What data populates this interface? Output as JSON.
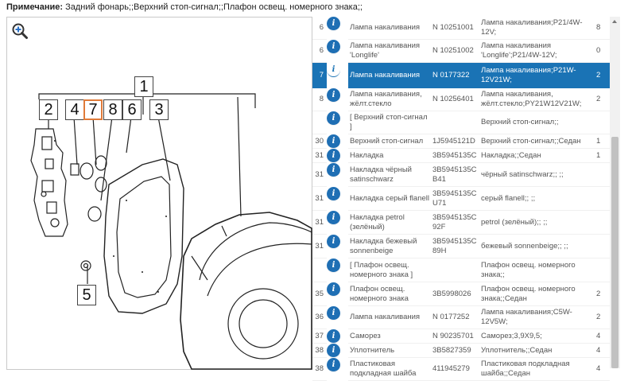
{
  "note": {
    "label": "Примечание:",
    "text": " Задний фонарь;;Верхний стоп-сигнал;;Плафон освещ. номерного знака;;"
  },
  "diagram": {
    "zoom_icon": "zoom-in-icon",
    "callouts": [
      "1",
      "2",
      "4",
      "7",
      "8",
      "6",
      "3",
      "5"
    ],
    "highlight_callout": "7"
  },
  "parts": {
    "rows": [
      {
        "pos": "6",
        "name": "Лампа накаливания",
        "number": "N 10251001",
        "desc": "Лампа накаливания;P21/4W-12V;",
        "qty": "8",
        "selected": false
      },
      {
        "pos": "6",
        "name": "Лампа накаливания 'Longlife'",
        "number": "N 10251002",
        "desc": "Лампа накаливания 'Longlife';P21/4W-12V;",
        "qty": "0",
        "selected": false
      },
      {
        "pos": "7",
        "name": "Лампа накаливания",
        "number": "N 0177322",
        "desc": "Лампа накаливания;P21W-12V21W;",
        "qty": "2",
        "selected": true
      },
      {
        "pos": "8",
        "name": "Лампа накаливания, жёлт.стекло",
        "number": "N 10256401",
        "desc": "Лампа накаливания, жёлт.стекло;PY21W12V21W;",
        "qty": "2",
        "selected": false
      },
      {
        "pos": "",
        "name": "[ Верхний стоп-сигнал ]",
        "number": "",
        "desc": "Верхний стоп-сигнал;;",
        "qty": "",
        "selected": false
      },
      {
        "pos": "30",
        "name": "Верхний стоп-сигнал",
        "number": "1J5945121D",
        "desc": "Верхний стоп-сигнал;;Седан",
        "qty": "1",
        "selected": false
      },
      {
        "pos": "31",
        "name": "Накладка",
        "number": "3B5945135C",
        "desc": "Накладка;;Седан",
        "qty": "1",
        "selected": false
      },
      {
        "pos": "31",
        "name": "Накладка чёрный satinschwarz",
        "number": "3B5945135C B41",
        "desc": "чёрный satinschwarz;; ;;",
        "qty": "",
        "selected": false
      },
      {
        "pos": "31",
        "name": "Накладка серый flanell",
        "number": "3B5945135C U71",
        "desc": "серый flanell;; ;;",
        "qty": "",
        "selected": false
      },
      {
        "pos": "31",
        "name": "Накладка petrol (зелёный)",
        "number": "3B5945135C 92F",
        "desc": "petrol (зелёный);; ;;",
        "qty": "",
        "selected": false
      },
      {
        "pos": "31",
        "name": "Накладка бежевый sonnenbeige",
        "number": "3B5945135C 89H",
        "desc": "бежевый sonnenbeige;; ;;",
        "qty": "",
        "selected": false
      },
      {
        "pos": "",
        "name": "[ Плафон освещ. номерного знака ]",
        "number": "",
        "desc": "Плафон освещ. номерного знака;;",
        "qty": "",
        "selected": false
      },
      {
        "pos": "35",
        "name": "Плафон освещ. номерного знака",
        "number": "3B5998026",
        "desc": "Плафон освещ. номерного знака;;Седан",
        "qty": "2",
        "selected": false
      },
      {
        "pos": "36",
        "name": "Лампа накаливания",
        "number": "N 0177252",
        "desc": "Лампа накаливания;C5W-12V5W;",
        "qty": "2",
        "selected": false
      },
      {
        "pos": "37",
        "name": "Саморез",
        "number": "N 90235701",
        "desc": "Саморез;3,9X9,5;",
        "qty": "4",
        "selected": false
      },
      {
        "pos": "38",
        "name": "Уплотнитель",
        "number": "3B5827359",
        "desc": "Уплотнитель;;Седан",
        "qty": "4",
        "selected": false
      },
      {
        "pos": "38",
        "name": "Пластиковая подкладная шайба",
        "number": "411945279",
        "desc": "Пластиковая подкладная шайба;;Седан",
        "qty": "4",
        "selected": false
      }
    ]
  },
  "colors": {
    "selected_row": "#1a73b5",
    "info_icon": "#1f6fb4",
    "callout_highlight": "#e07b39"
  }
}
